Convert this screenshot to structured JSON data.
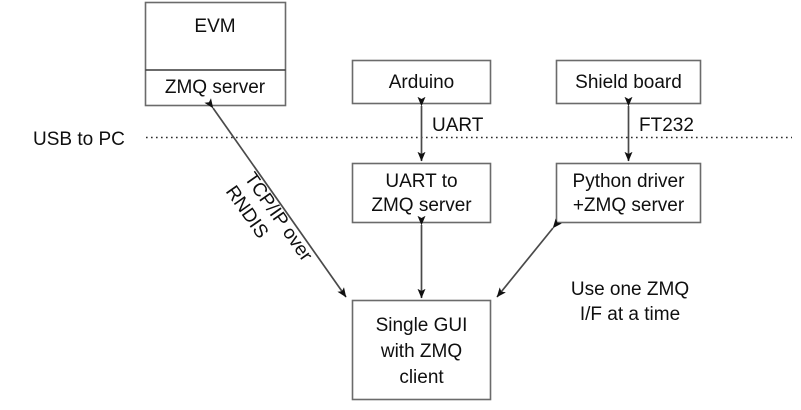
{
  "diagram": {
    "title": "System architecture block diagram",
    "boundary_label": "USB to PC",
    "colors": {
      "box_border": "#6b6b6b",
      "text": "#0f0f0f",
      "connector": "#4a4a4a",
      "boundary": "#2b2b2b",
      "background": "#ffffff"
    },
    "nodes": [
      {
        "id": "evm",
        "label": "EVM"
      },
      {
        "id": "evm_zmq",
        "label": "ZMQ server"
      },
      {
        "id": "arduino",
        "label": "Arduino"
      },
      {
        "id": "shield",
        "label": "Shield board"
      },
      {
        "id": "uart_zmq_line1",
        "label": "UART to"
      },
      {
        "id": "uart_zmq_line2",
        "label": "ZMQ server"
      },
      {
        "id": "pydrv_line1",
        "label": "Python driver"
      },
      {
        "id": "pydrv_line2",
        "label": "+ZMQ server"
      },
      {
        "id": "gui_line1",
        "label": "Single GUI"
      },
      {
        "id": "gui_line2",
        "label": "with ZMQ"
      },
      {
        "id": "gui_line3",
        "label": "client"
      }
    ],
    "edge_labels": {
      "uart": "UART",
      "ft232": "FT232",
      "tcpip_line1": "TCP/IP over",
      "tcpip_line2": "RNDIS"
    },
    "note": {
      "line1": "Use one ZMQ",
      "line2": "I/F at a time"
    }
  }
}
